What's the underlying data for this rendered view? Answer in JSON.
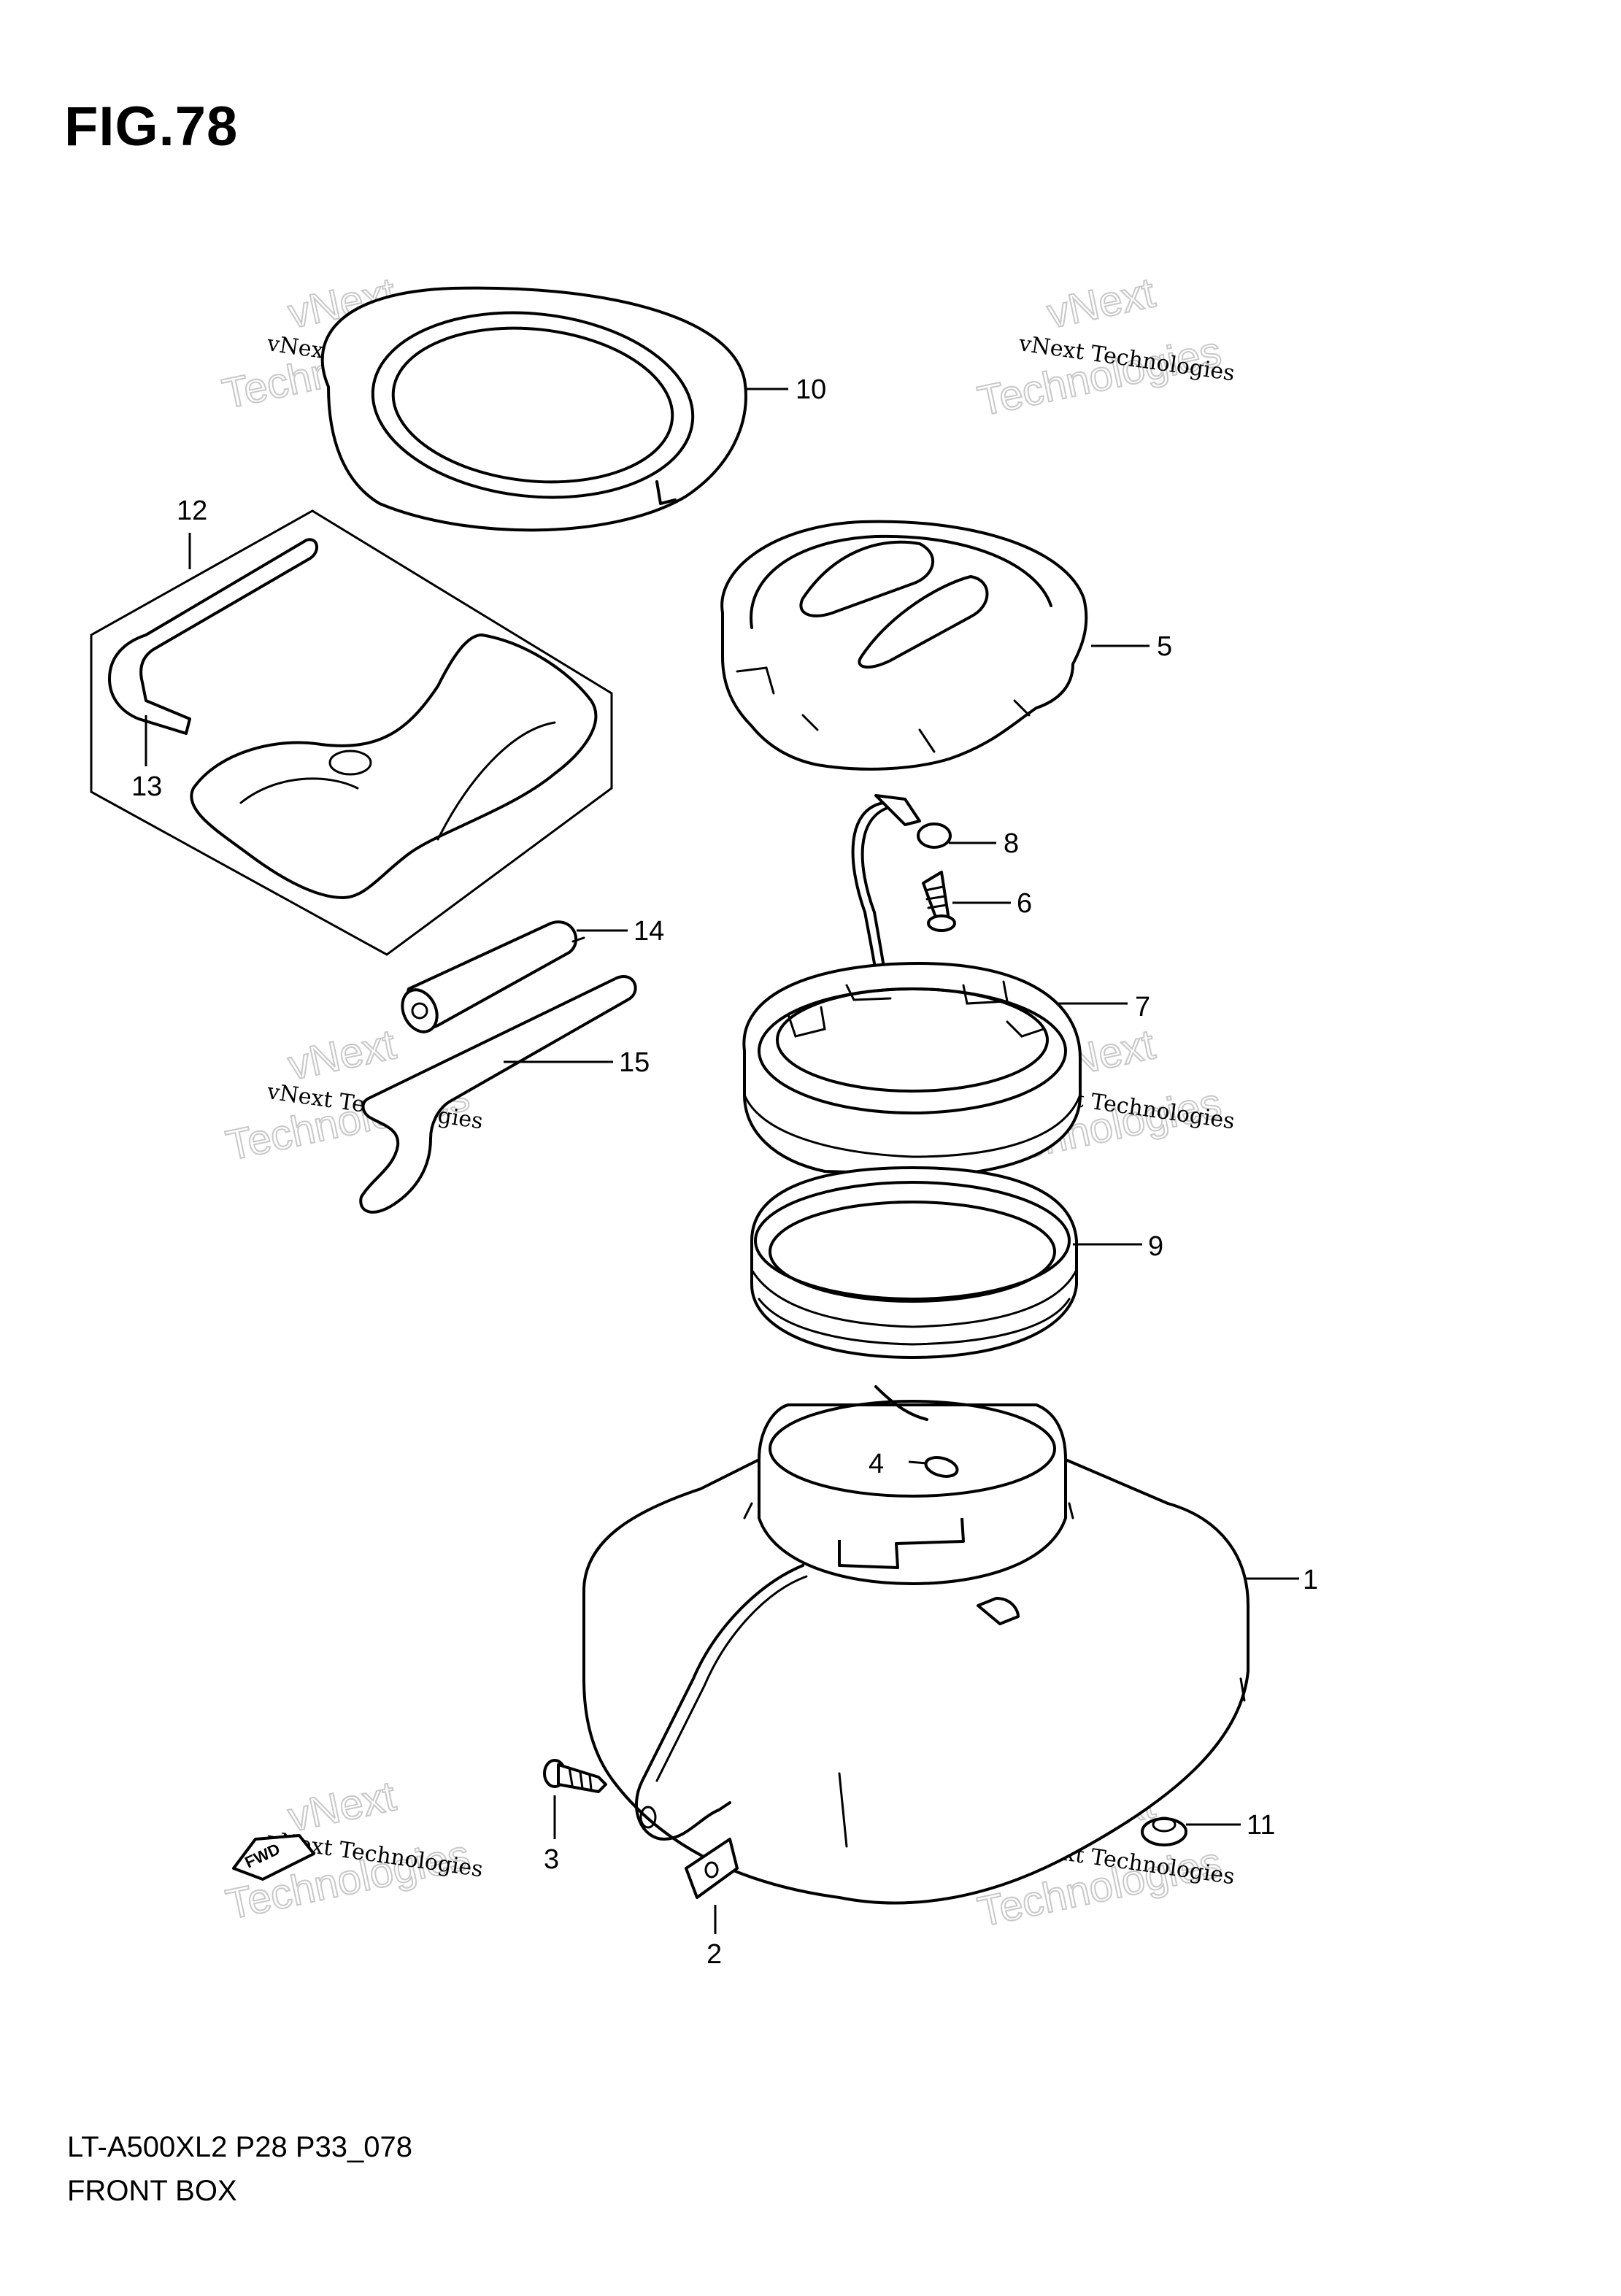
{
  "figure": {
    "title": "FIG.78",
    "model_code": "LT-A500XL2 P28 P33_078",
    "name": "FRONT BOX"
  },
  "watermark": {
    "line1": "vNext Technologies",
    "line2": "Technologies",
    "line3": "vNext"
  },
  "fwd_badge": "FWD",
  "callouts": [
    {
      "id": "1",
      "label": "1"
    },
    {
      "id": "2",
      "label": "2"
    },
    {
      "id": "3",
      "label": "3"
    },
    {
      "id": "4",
      "label": "4"
    },
    {
      "id": "5",
      "label": "5"
    },
    {
      "id": "6",
      "label": "6"
    },
    {
      "id": "7",
      "label": "7"
    },
    {
      "id": "8",
      "label": "8"
    },
    {
      "id": "9",
      "label": "9"
    },
    {
      "id": "10",
      "label": "10"
    },
    {
      "id": "11",
      "label": "11"
    },
    {
      "id": "12",
      "label": "12"
    },
    {
      "id": "13",
      "label": "13"
    },
    {
      "id": "14",
      "label": "14"
    },
    {
      "id": "15",
      "label": "15"
    }
  ]
}
